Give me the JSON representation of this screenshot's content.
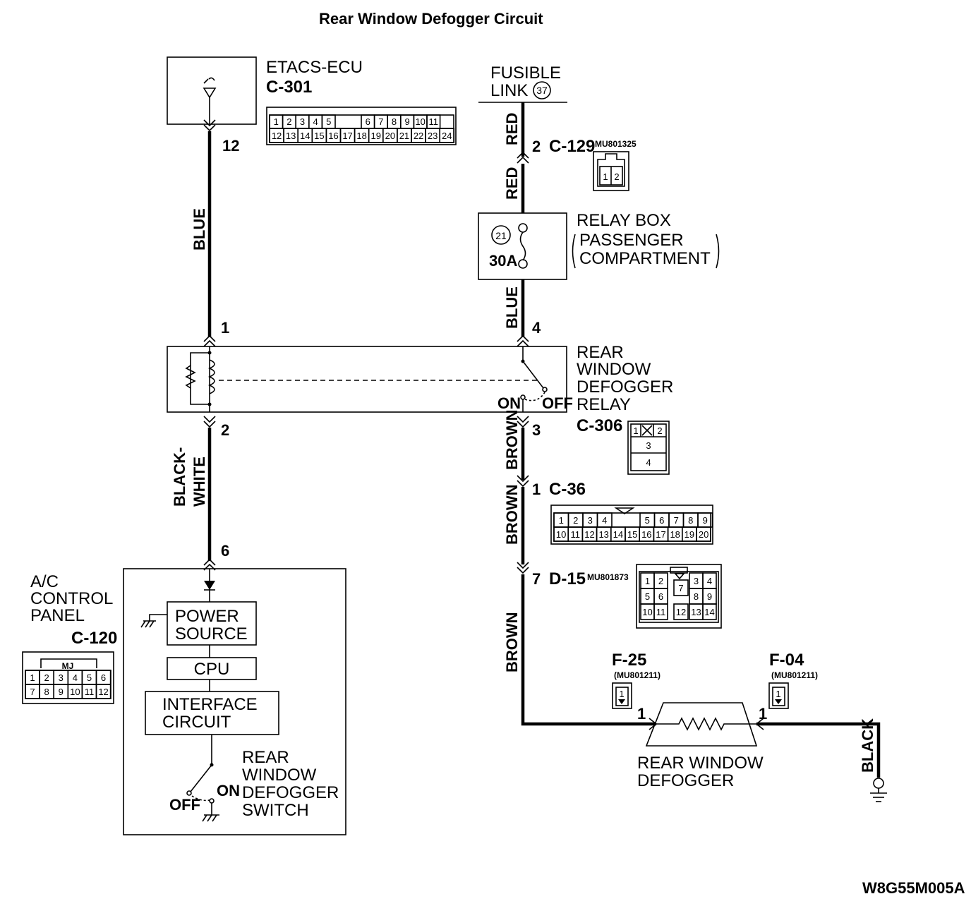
{
  "title": "Rear Window Defogger Circuit",
  "figure_code": "W8G55M005A",
  "etacs": {
    "name": "ETACS-ECU",
    "connector": "C-301",
    "pin_out": "12",
    "pins_top": [
      "1",
      "2",
      "3",
      "4",
      "5",
      "6",
      "7",
      "8",
      "9",
      "10",
      "11"
    ],
    "pins_bottom": [
      "12",
      "13",
      "14",
      "15",
      "16",
      "17",
      "18",
      "19",
      "20",
      "21",
      "22",
      "23",
      "24"
    ]
  },
  "fusible_link": {
    "line1": "FUSIBLE",
    "line2": "LINK",
    "number": "37"
  },
  "c129": {
    "pin": "2",
    "connector": "C-129",
    "part": "MU801325",
    "pins": [
      "1",
      "2"
    ]
  },
  "relay_box": {
    "line1": "RELAY BOX",
    "line2": "PASSENGER",
    "line3": "COMPARTMENT",
    "fuse_number": "21",
    "fuse_rating": "30A"
  },
  "relay": {
    "line1": "REAR",
    "line2": "WINDOW",
    "line3": "DEFOGGER",
    "line4": "RELAY",
    "connector": "C-306",
    "pin1": "1",
    "pin2": "2",
    "pin3": "3",
    "pin4": "4",
    "on_label": "ON",
    "off_label": "OFF",
    "pins": [
      "1",
      "2",
      "3",
      "4"
    ]
  },
  "c36": {
    "pin": "1",
    "connector": "C-36",
    "pins_top": [
      "1",
      "2",
      "3",
      "4",
      "5",
      "6",
      "7",
      "8",
      "9"
    ],
    "pins_bottom": [
      "10",
      "11",
      "12",
      "13",
      "14",
      "15",
      "16",
      "17",
      "18",
      "19",
      "20"
    ]
  },
  "d15": {
    "pin": "7",
    "connector": "D-15",
    "part": "MU801873",
    "pins": [
      "1",
      "2",
      "3",
      "4",
      "5",
      "6",
      "7",
      "8",
      "9",
      "10",
      "11",
      "12",
      "13",
      "14"
    ]
  },
  "wires": {
    "blue_ecu": "BLUE",
    "black_white_1": "BLACK-",
    "black_white_2": "WHITE",
    "red_top": "RED",
    "red_mid": "RED",
    "blue_relay": "BLUE",
    "brown_1": "BROWN",
    "brown_2": "BROWN",
    "brown_3": "BROWN",
    "black_ground": "BLACK"
  },
  "ac_panel": {
    "line1": "A/C",
    "line2": "CONTROL",
    "line3": "PANEL",
    "connector": "C-120",
    "pin": "6",
    "power_1": "POWER",
    "power_2": "SOURCE",
    "cpu": "CPU",
    "iface_1": "INTERFACE",
    "iface_2": "CIRCUIT",
    "sw_1": "REAR",
    "sw_2": "WINDOW",
    "sw_3": "DEFOGGER",
    "sw_4": "SWITCH",
    "on_label": "ON",
    "off_label": "OFF",
    "conn_tag": "MJ",
    "pins_top": [
      "1",
      "2",
      "3",
      "4",
      "5",
      "6"
    ],
    "pins_bottom": [
      "7",
      "8",
      "9",
      "10",
      "11",
      "12"
    ]
  },
  "f25": {
    "connector": "F-25",
    "part": "(MU801211)",
    "pin": "1"
  },
  "f04": {
    "connector": "F-04",
    "part": "(MU801211)",
    "pin": "1"
  },
  "defogger": {
    "line1": "REAR WINDOW",
    "line2": "DEFOGGER"
  }
}
